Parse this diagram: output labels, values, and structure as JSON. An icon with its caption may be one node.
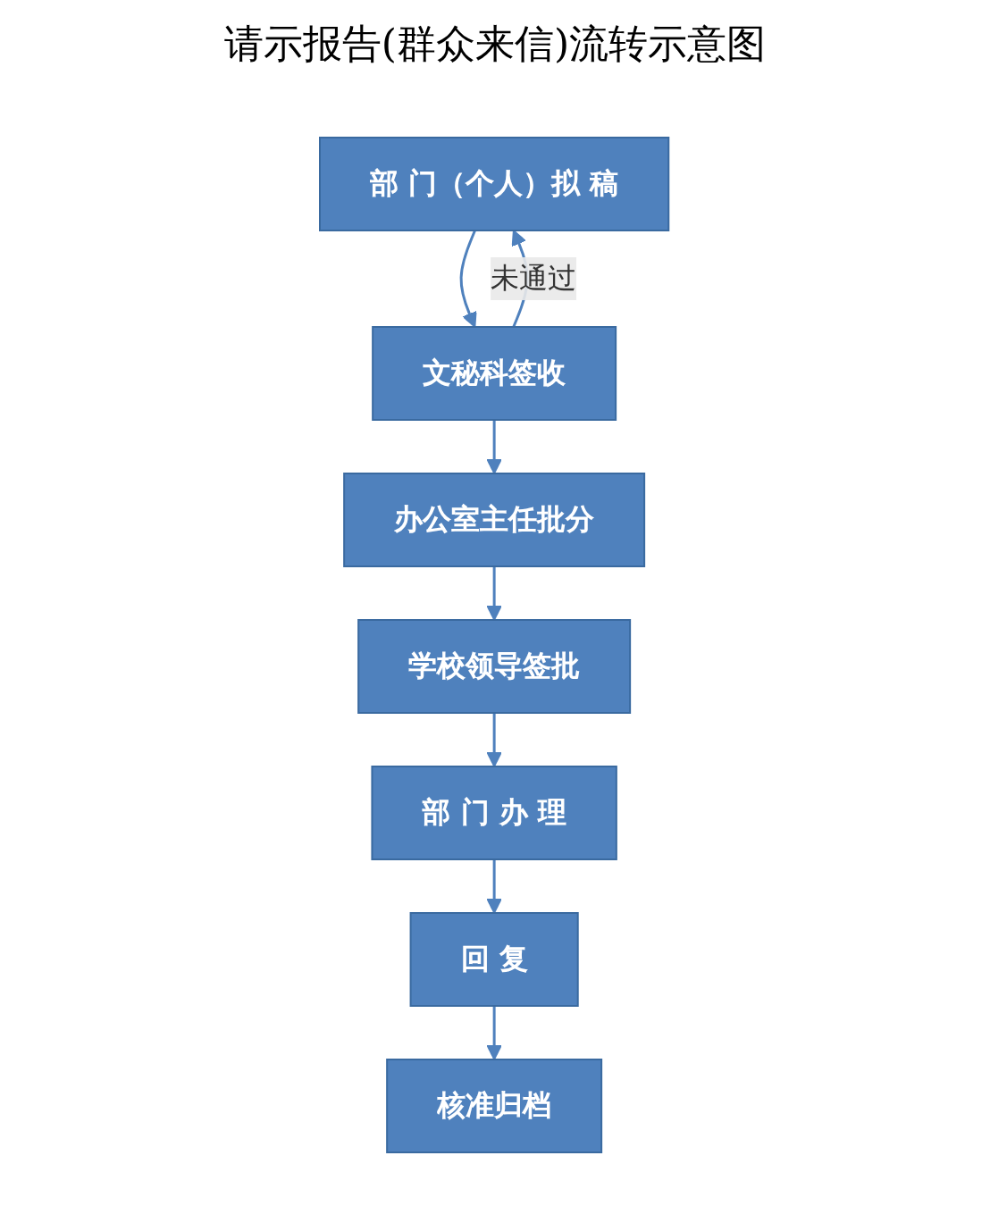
{
  "diagram": {
    "title": "请示报告(群众来信)流转示意图",
    "nodes": [
      {
        "text": [
          "部 门（个人）拟 稿"
        ]
      },
      {
        "text": [
          "文秘科签收"
        ]
      },
      {
        "text": [
          "办公室主任批分"
        ]
      },
      {
        "text": [
          "学校领导签批"
        ]
      },
      {
        "text": [
          "部 门 办 理"
        ]
      },
      {
        "text": [
          "回 复"
        ]
      },
      {
        "text": [
          "核准归档"
        ]
      }
    ],
    "edges": [
      {
        "from": 0,
        "to": 1,
        "arrow": "to"
      },
      {
        "from": 1,
        "to": 0,
        "arrow": "to",
        "label": "未通过"
      },
      {
        "from": 1,
        "to": 2,
        "arrow": "to"
      },
      {
        "from": 2,
        "to": 3,
        "arrow": "to"
      },
      {
        "from": 3,
        "to": 4,
        "arrow": "to"
      },
      {
        "from": 4,
        "to": 5,
        "arrow": "to"
      },
      {
        "from": 5,
        "to": 6,
        "arrow": "to"
      }
    ]
  }
}
